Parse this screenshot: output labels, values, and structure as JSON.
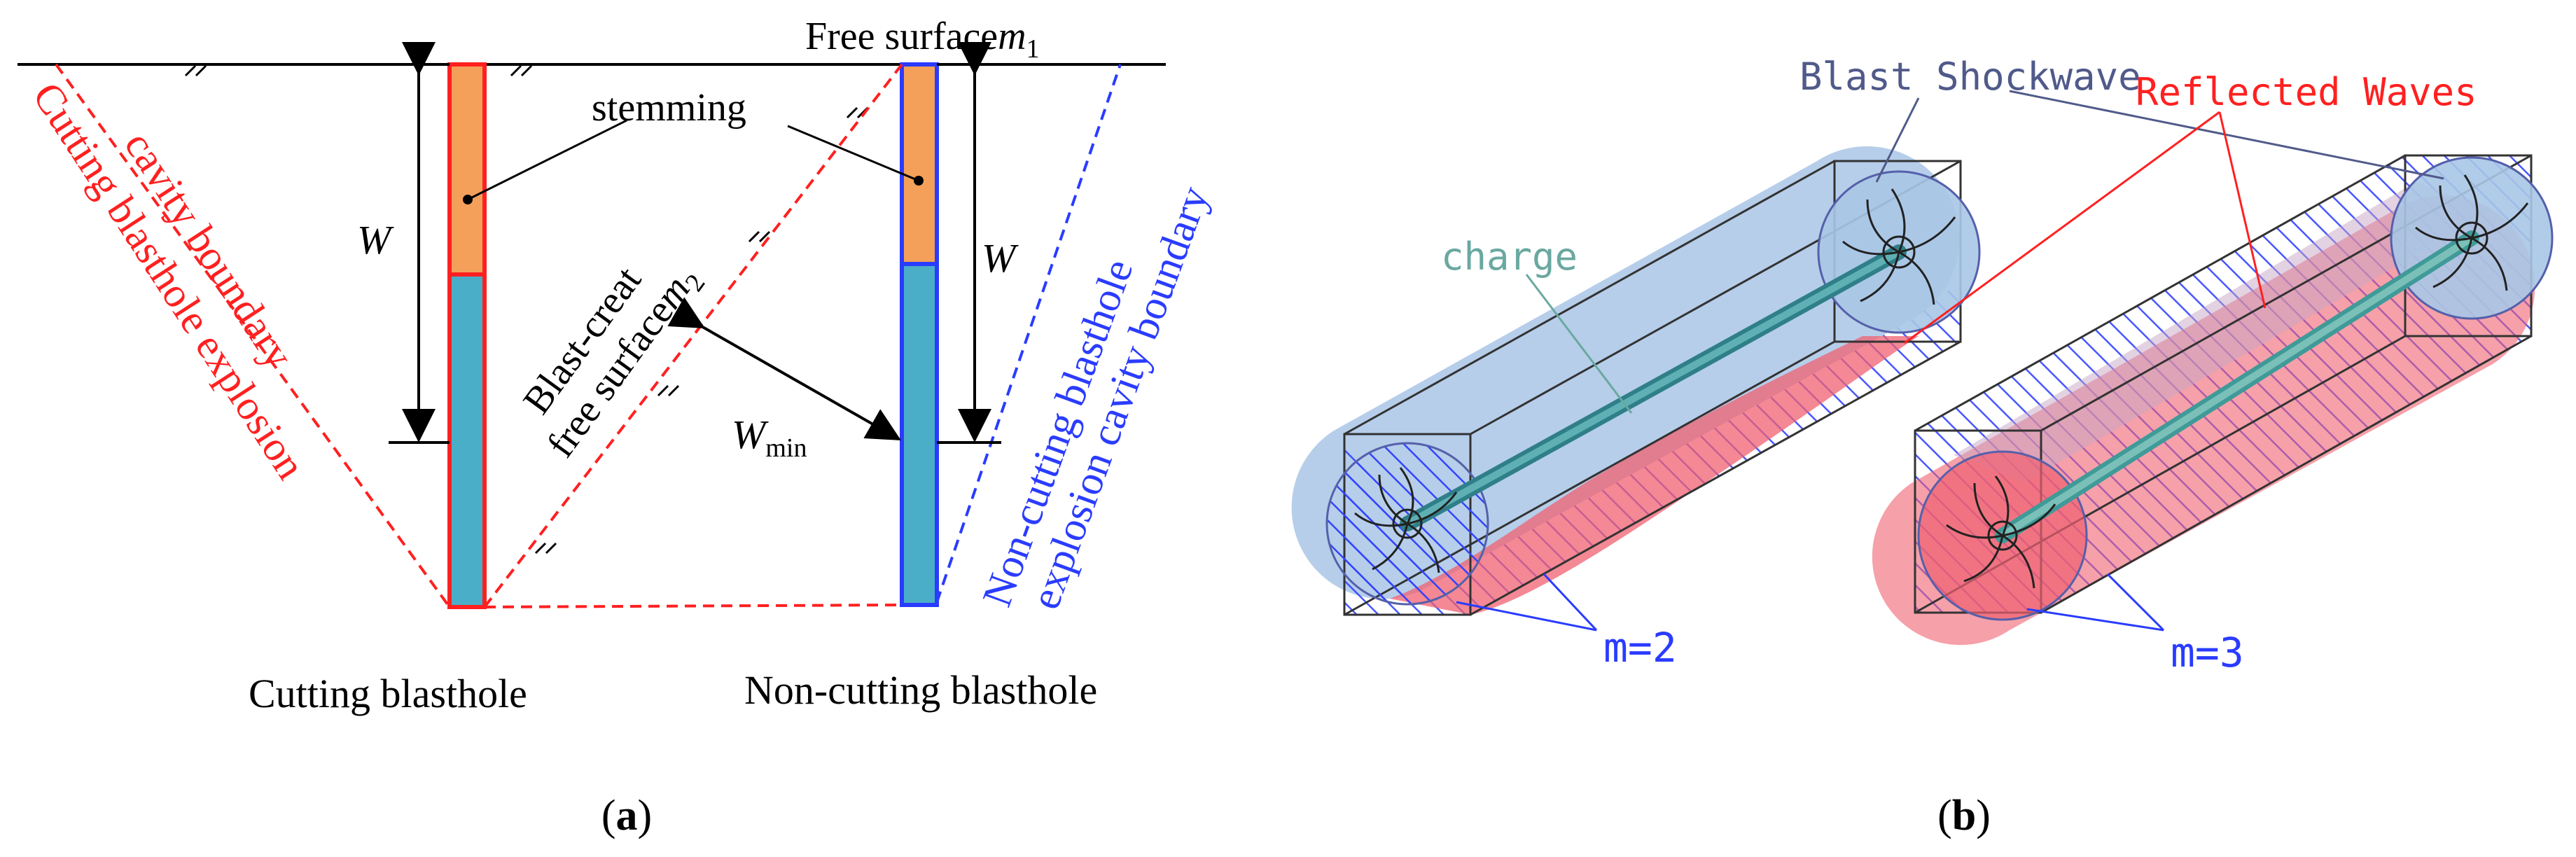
{
  "panel_a": {
    "label_free_surface": "Free surface",
    "label_m1": "m",
    "label_m1_sub": "1",
    "label_stemming": "stemming",
    "label_W_left": "W",
    "label_W_right": "W",
    "label_blast_creat": "Blast-creat",
    "label_free_surface2": "free surface",
    "label_m2": "m",
    "label_m2_sub": "2",
    "label_wmin": "W",
    "label_wmin_sub": "min",
    "label_cutting_boundary_1": "Cutting blasthole explosion",
    "label_cutting_boundary_2": "cavity boundary",
    "label_noncutting_boundary_1": "Non-cutting blasthole",
    "label_noncutting_boundary_2": "explosion cavity boundary",
    "label_cutting_blasthole": "Cutting blasthole",
    "label_noncutting_blasthole": "Non-cutting blasthole",
    "caption": "a"
  },
  "panel_b": {
    "label_blast_shockwave": "Blast Shockwave",
    "label_reflected_waves": "Reflected Waves",
    "label_charge": "charge",
    "label_m2": "m=2",
    "label_m3": "m=3",
    "caption": "b"
  },
  "colors": {
    "red": "#ff2020",
    "blue": "#2a3cff",
    "stemming_orange": "#f4a05a",
    "charge_teal": "#4aaec8",
    "shockwave_blue": "#a9c6e6",
    "reflected_pink": "#f06070",
    "charge_label": "#6aa8a0",
    "shockwave_label": "#505a8a"
  }
}
